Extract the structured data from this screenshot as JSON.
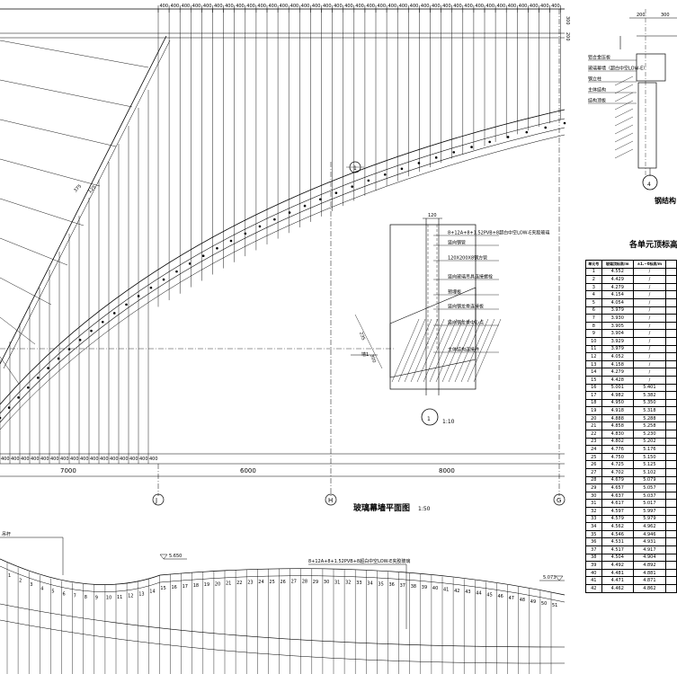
{
  "plan": {
    "title": "玻璃幕墙平面图",
    "scale": "1:50",
    "module_dim": "400",
    "bottom_dims": [
      "7000",
      "6000",
      "8000"
    ],
    "top_dim_right": "300",
    "top_dim_right2": "200",
    "axes": [
      "J",
      "H",
      "G"
    ],
    "section_marker": "1",
    "mark_1": "1",
    "diag_dims": [
      "375",
      "125"
    ]
  },
  "detail1": {
    "number": "1",
    "scale": "1:10",
    "dim_top": "120",
    "dims_side": [
      "235",
      "300"
    ],
    "notes": [
      "8+12A+8+1.52PVB+8超白中空LOW-E夹胶玻璃",
      "竖向钢管",
      "120X200X8钢方管",
      "竖向玻璃吊具连接螺栓",
      "预埋板",
      "竖向钢龙骨连接板",
      "竖向钢龙骨中心点",
      "主体结构连接件"
    ],
    "tag": "墙1"
  },
  "detail4": {
    "number": "4",
    "dim": "200",
    "dim2": "300",
    "notes": [
      "铝合金压板",
      "玻璃幕墙（超白中空LOW-E）",
      "钢立柱",
      "主体结构",
      "结构顶板"
    ],
    "steel_title": "钢结构"
  },
  "elevation": {
    "callout_left": "吊杆",
    "note": "8+12A+8+1.52PVB+8超白中空LOW-E夹胶玻璃",
    "level_left": "5.650",
    "level_right": "5.073",
    "panel_numbers": [
      "1",
      "2",
      "3",
      "4",
      "5",
      "6",
      "7",
      "8",
      "9",
      "10",
      "11",
      "12",
      "13",
      "14",
      "15",
      "16",
      "17",
      "18",
      "19",
      "20",
      "21",
      "22",
      "23",
      "24",
      "25",
      "26",
      "27",
      "28",
      "29",
      "30",
      "31",
      "32",
      "33",
      "34",
      "35",
      "36",
      "37",
      "38",
      "39",
      "40",
      "41",
      "42",
      "43",
      "44",
      "45",
      "46",
      "47",
      "48",
      "49",
      "50",
      "51"
    ]
  },
  "table": {
    "title": "各单元顶标高",
    "headers": [
      "单元号",
      "玻璃顶标高/m",
      "±1.~0标高/m",
      ""
    ],
    "rows": [
      [
        "1",
        "4.552",
        "/"
      ],
      [
        "2",
        "4.429",
        "/"
      ],
      [
        "3",
        "4.279",
        "/"
      ],
      [
        "4",
        "4.154",
        "/"
      ],
      [
        "5",
        "4.054",
        "/"
      ],
      [
        "6",
        "3.979",
        "/"
      ],
      [
        "7",
        "3.930",
        "/"
      ],
      [
        "8",
        "3.905",
        "/"
      ],
      [
        "9",
        "3.904",
        "/"
      ],
      [
        "10",
        "3.929",
        "/"
      ],
      [
        "11",
        "3.979",
        "/"
      ],
      [
        "12",
        "4.052",
        "/"
      ],
      [
        "13",
        "4.158",
        "/"
      ],
      [
        "14",
        "4.279",
        "/"
      ],
      [
        "15",
        "4.428",
        "/"
      ],
      [
        "16",
        "5.001",
        "5.401"
      ],
      [
        "17",
        "4.982",
        "5.382"
      ],
      [
        "18",
        "4.950",
        "5.350"
      ],
      [
        "19",
        "4.918",
        "5.318"
      ],
      [
        "20",
        "4.888",
        "5.288"
      ],
      [
        "21",
        "4.858",
        "5.258"
      ],
      [
        "22",
        "4.830",
        "5.230"
      ],
      [
        "23",
        "4.802",
        "5.202"
      ],
      [
        "24",
        "4.776",
        "5.176"
      ],
      [
        "25",
        "4.750",
        "5.150"
      ],
      [
        "26",
        "4.725",
        "5.125"
      ],
      [
        "27",
        "4.702",
        "5.102"
      ],
      [
        "28",
        "4.679",
        "5.079"
      ],
      [
        "29",
        "4.657",
        "5.057"
      ],
      [
        "30",
        "4.637",
        "5.037"
      ],
      [
        "31",
        "4.617",
        "5.017"
      ],
      [
        "32",
        "4.597",
        "5.997"
      ],
      [
        "33",
        "4.579",
        "5.979"
      ],
      [
        "34",
        "4.562",
        "4.962"
      ],
      [
        "35",
        "4.546",
        "4.946"
      ],
      [
        "36",
        "4.531",
        "4.931"
      ],
      [
        "37",
        "4.517",
        "4.917"
      ],
      [
        "38",
        "4.504",
        "4.904"
      ],
      [
        "39",
        "4.492",
        "4.892"
      ],
      [
        "40",
        "4.481",
        "4.881"
      ],
      [
        "41",
        "4.471",
        "4.871"
      ],
      [
        "42",
        "4.462",
        "4.862"
      ]
    ]
  }
}
